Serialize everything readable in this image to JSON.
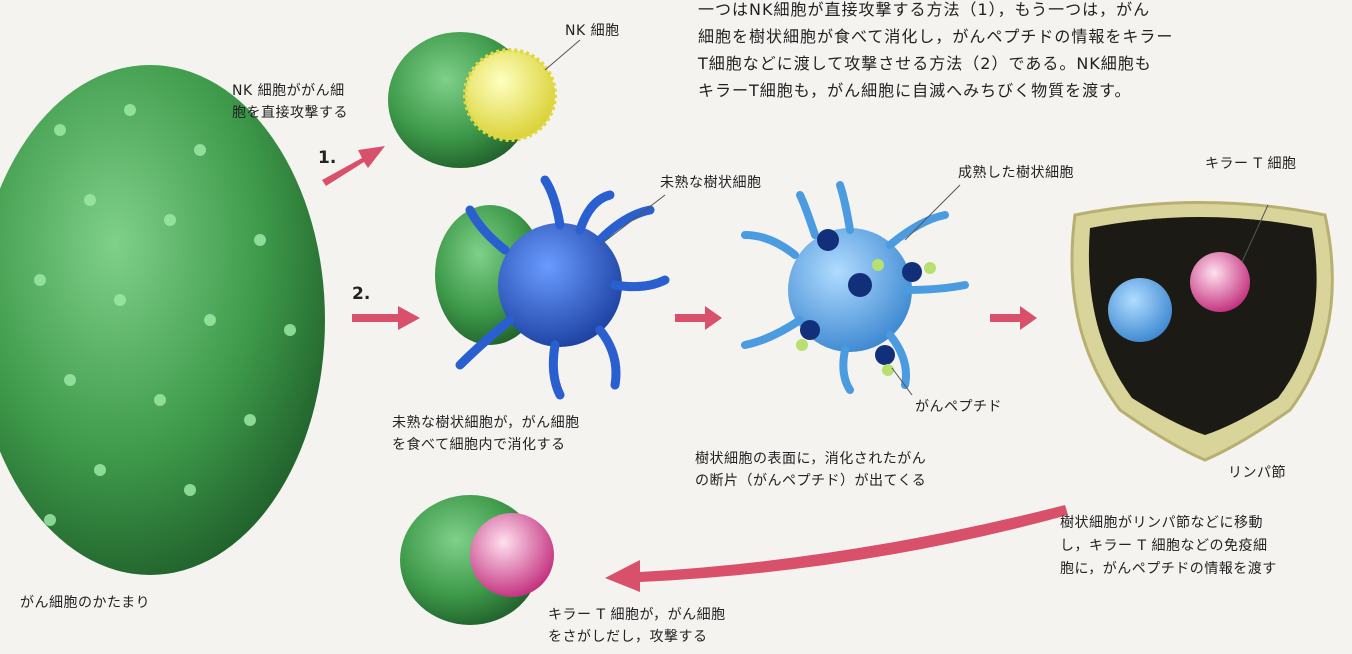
{
  "description": [
    "一つはNK細胞が直接攻撃する方法（1），もう一つは，がん",
    "細胞を樹状細胞が食べて消化し，がんペプチドの情報をキラー",
    "T細胞などに渡して攻撃させる方法（2）である。NK細胞も",
    "キラーT細胞も，がん細胞に自滅へみちびく物質を渡す。"
  ],
  "labels": {
    "cluster": "がん細胞のかたまり",
    "nk_cell": "NK 細胞",
    "nk_attack": [
      "NK 細胞ががん細",
      "胞を直接攻撃する"
    ],
    "immature_dc": "未熟な樹状細胞",
    "immature_caption": [
      "未熟な樹状細胞が，がん細胞",
      "を食べて細胞内で消化する"
    ],
    "mature_dc": "成熟した樹状細胞",
    "peptide": "がんペプチド",
    "surface_caption": [
      "樹状細胞の表面に，消化されたがん",
      "の断片（がんペプチド）が出てくる"
    ],
    "killer_t": "キラー T 細胞",
    "lymph_node": "リンパ節",
    "migrate_caption": [
      "樹状細胞がリンパ節などに移動",
      "し，キラー T 細胞などの免疫細",
      "胞に，がんペプチドの情報を渡す"
    ],
    "killer_attack": [
      "キラー T 細胞が，がん細胞",
      "をさがしだし，攻撃する"
    ]
  },
  "steps": {
    "one": "1.",
    "two": "2."
  },
  "colors": {
    "cancer": "#3e9a4a",
    "nk": "#f2ef5a",
    "dc_immature": "#2a5fd0",
    "dc_mature": "#4a9be0",
    "killer": "#d85a9a",
    "arrow": "#d8506a",
    "lymph": "#d9d49a"
  }
}
